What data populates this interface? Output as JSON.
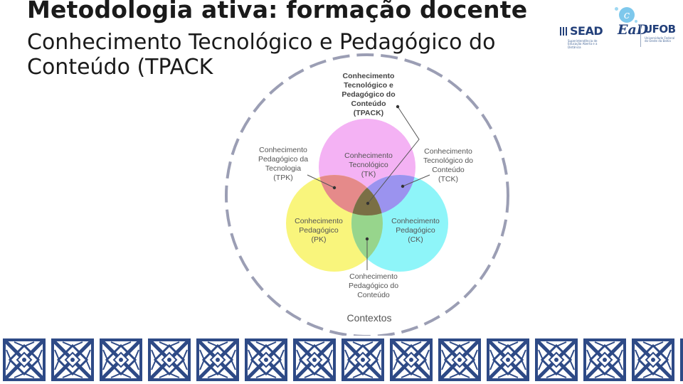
{
  "slide": {
    "title": "Metodologia ativa: formação docente",
    "subtitle_lines": [
      "Conhecimento Tecnológico e Pedagógico do",
      "Conteúdo (TPACK"
    ]
  },
  "logos": {
    "sead": "SEAD",
    "ead": "EaD",
    "ufob": "UFOB",
    "sead_sub": "Superintendência de Educação Aberta e a Distância",
    "ufob_sub": "Universidade Federal do Oeste da Bahia"
  },
  "diagram": {
    "tpack": [
      "Conhecimento",
      "Tecnológico e",
      "Pedagógico do",
      "Conteúdo",
      "(TPACK)"
    ],
    "tk": [
      "Conhecimento",
      "Tecnológico",
      "(TK)"
    ],
    "pk": [
      "Conhecimento",
      "Pedagógico",
      "(PK)"
    ],
    "ck": [
      "Conhecimento",
      "Pedagógico",
      "(CK)"
    ],
    "tpk": [
      "Conhecimento",
      "Pedagógico da",
      "Tecnologia",
      "(TPK)"
    ],
    "tck": [
      "Conhecimento",
      "Tecnológico do",
      "Conteúdo",
      "(TCK)"
    ],
    "pck": [
      "Conhecimento",
      "Pedagógico do",
      "Conteúdo"
    ],
    "contexts": "Contextos"
  },
  "colors": {
    "tk": "#f4b2f4",
    "pk": "#f9f57c",
    "ck": "#8ef5f9",
    "tpk": "#e58a8a",
    "tck": "#9b93ef",
    "pck": "#97d58c",
    "tpack": "#7a6f45",
    "context_ring": "#9b9eb4",
    "border_blue": "#2e4a86"
  }
}
